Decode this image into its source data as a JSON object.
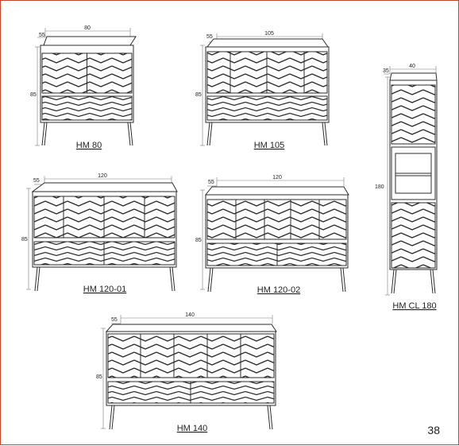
{
  "page_number": "38",
  "colors": {
    "line": "#2b2b2b",
    "dim_line": "#7a7a7a",
    "frame": "#c4452f",
    "background": "#ffffff"
  },
  "units": {
    "hm80": {
      "label": "HM 80",
      "width": "80",
      "depth": "55",
      "height": "85"
    },
    "hm105": {
      "label": "HM 105",
      "width": "105",
      "depth": "55",
      "height": "85"
    },
    "hm12001": {
      "label": "HM 120-01",
      "width": "120",
      "depth": "55",
      "height": "85"
    },
    "hm12002": {
      "label": "HM 120-02",
      "width": "120",
      "depth": "55",
      "height": "85"
    },
    "hmcl180": {
      "label": "HM CL 180",
      "width": "40",
      "depth": "35",
      "height": "180"
    },
    "hm140": {
      "label": "HM 140",
      "width": "140",
      "depth": "55",
      "height": "85"
    }
  }
}
